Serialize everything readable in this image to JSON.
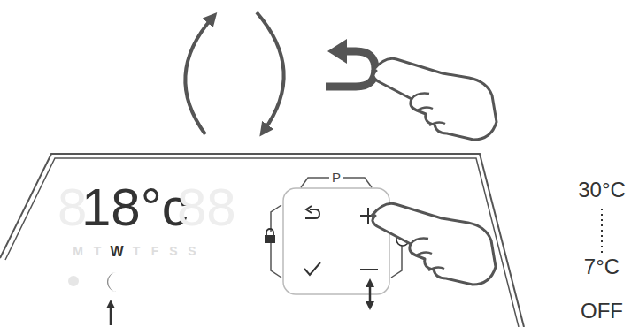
{
  "diagram": {
    "labels": [
      "8",
      "18°c",
      "88",
      "M",
      "T",
      "W",
      "T",
      "F",
      "S",
      "S",
      "P",
      "30°C",
      "7°C",
      "OFF"
    ]
  }
}
